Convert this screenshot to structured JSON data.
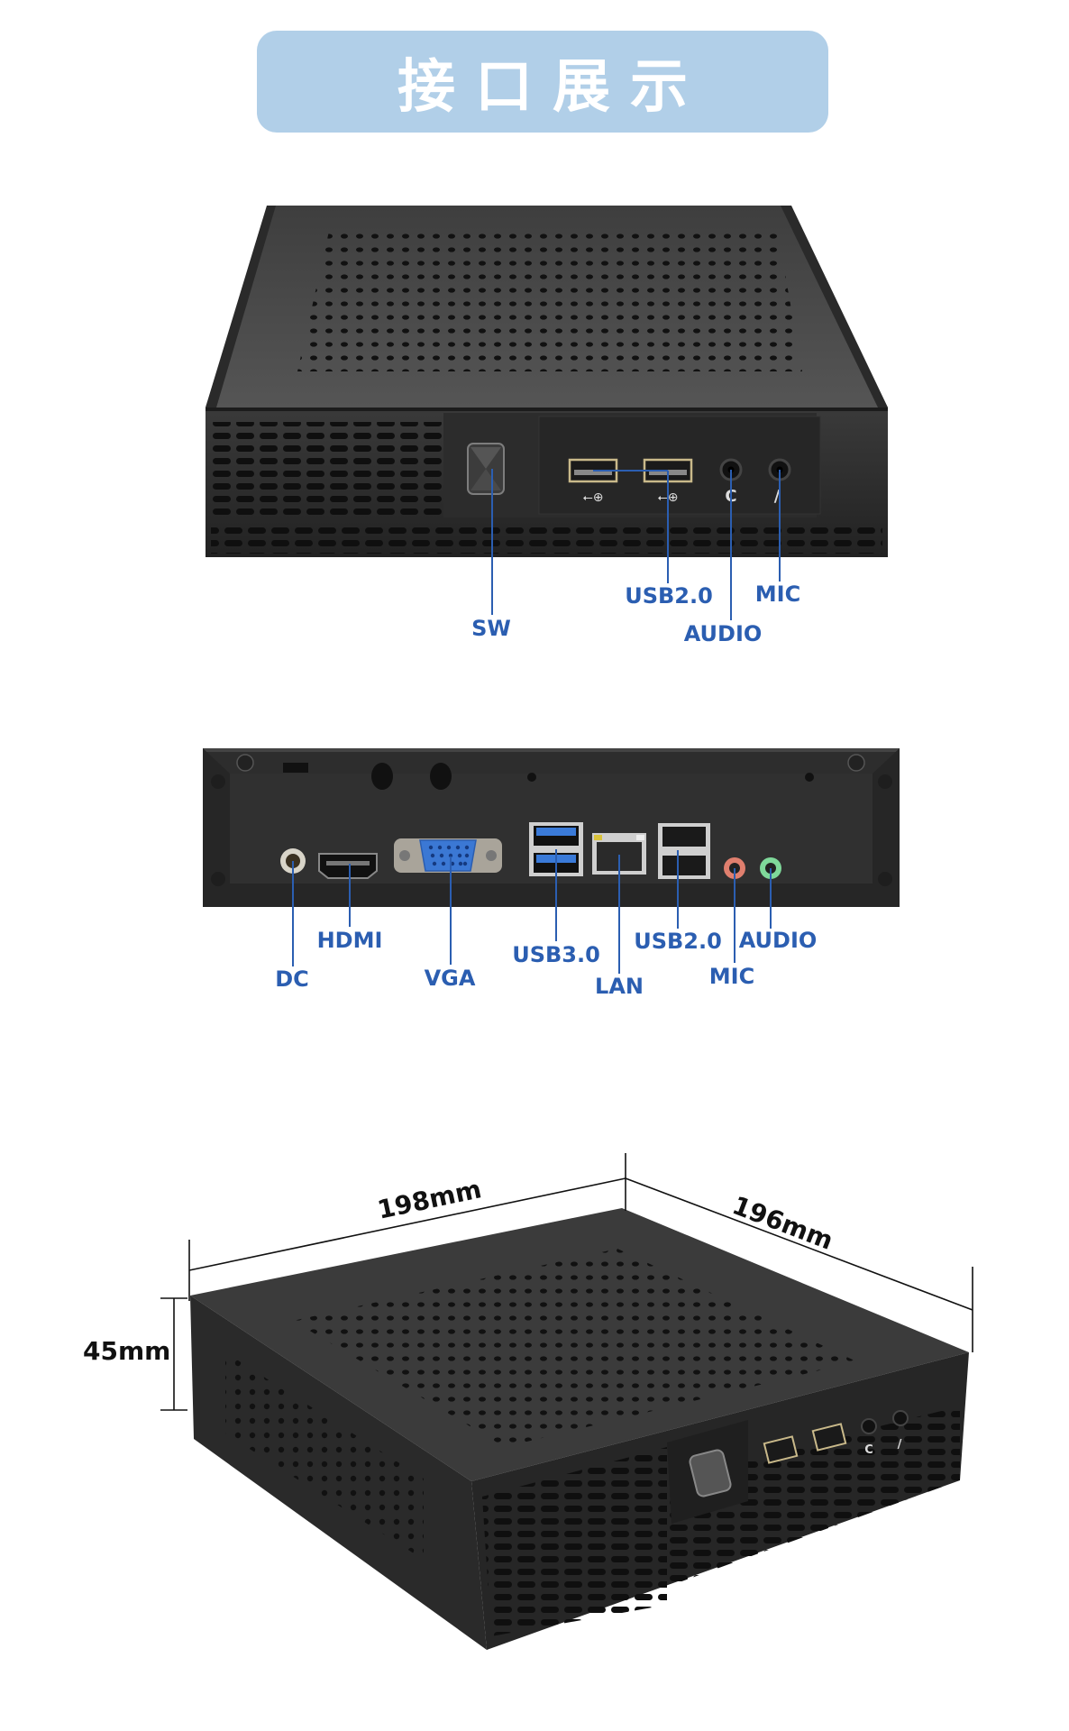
{
  "header": {
    "title": "接口展示",
    "title_bg": "#b1cfe8",
    "title_color": "#ffffff"
  },
  "colors": {
    "label": "#2b5eb1",
    "chassis": "#2e2e2e",
    "chassis_top": "#3a3a3a"
  },
  "front_view": {
    "labels": [
      {
        "id": "sw",
        "text": "SW"
      },
      {
        "id": "usb2",
        "text": "USB2.0"
      },
      {
        "id": "mic",
        "text": "MIC"
      },
      {
        "id": "audio",
        "text": "AUDIO"
      }
    ]
  },
  "rear_view": {
    "labels": [
      {
        "id": "dc",
        "text": "DC"
      },
      {
        "id": "hdmi",
        "text": "HDMI"
      },
      {
        "id": "vga",
        "text": "VGA"
      },
      {
        "id": "usb3",
        "text": "USB3.0"
      },
      {
        "id": "lan",
        "text": "LAN"
      },
      {
        "id": "usb2",
        "text": "USB2.0"
      },
      {
        "id": "mic",
        "text": "MIC"
      },
      {
        "id": "audio",
        "text": "AUDIO"
      }
    ]
  },
  "dimensions": {
    "width": "198mm",
    "depth": "196mm",
    "height": "45mm"
  }
}
